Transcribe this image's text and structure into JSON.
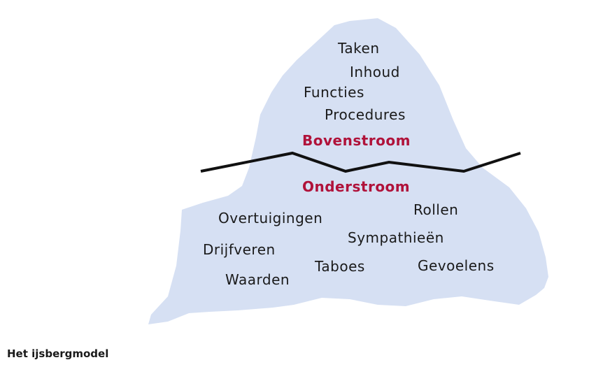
{
  "diagram": {
    "above_heading": "Bovenstroom",
    "below_heading": "Onderstroom",
    "above_items": [
      "Taken",
      "Inhoud",
      "Functies",
      "Procedures"
    ],
    "below_items": [
      "Rollen",
      "Overtuigingen",
      "Sympathieën",
      "Drijfveren",
      "Taboes",
      "Gevoelens",
      "Waarden"
    ],
    "caption": "Het ijsbergmodel"
  },
  "colors": {
    "iceberg_fill": "#d6e0f3",
    "heading_color": "#b0123a",
    "text_color": "#1a1a1a",
    "waterline_color": "#111111"
  }
}
